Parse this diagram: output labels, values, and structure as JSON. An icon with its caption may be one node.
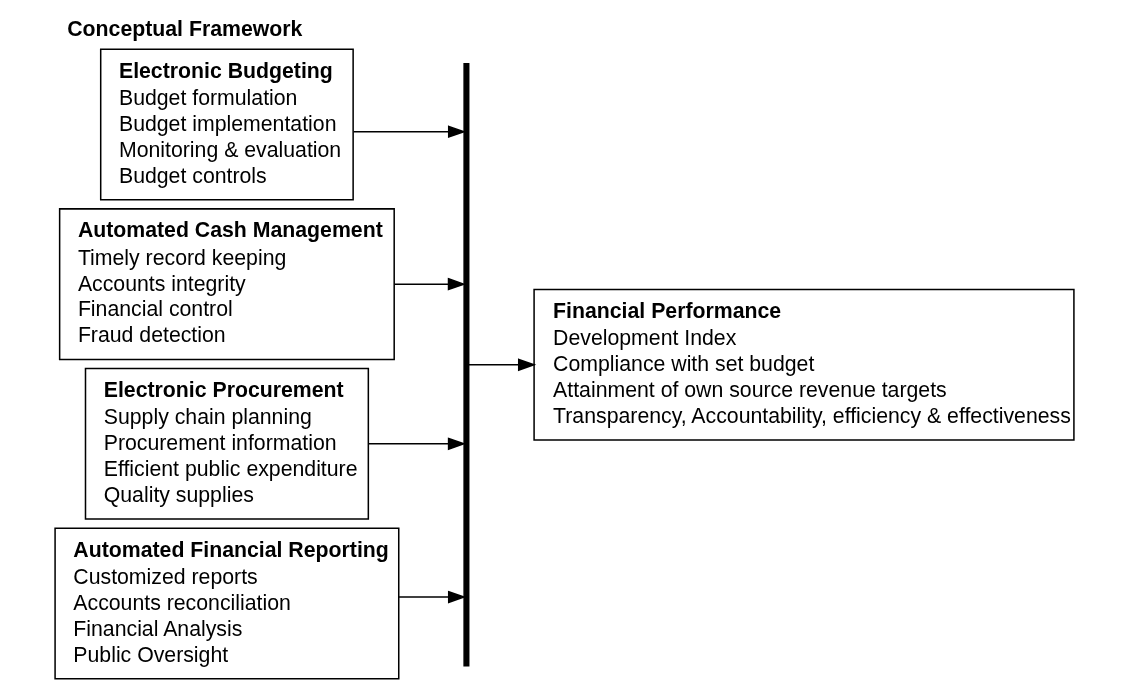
{
  "diagram": {
    "title": "Conceptual Framework",
    "nodes": [
      {
        "text": [
          "Electronic Budgeting",
          "Budget formulation",
          "Budget implementation",
          "Monitoring & evaluation",
          "Budget controls"
        ]
      },
      {
        "text": [
          "Automated Cash Management",
          "Timely record keeping",
          "Accounts integrity",
          "Financial control",
          "Fraud detection"
        ]
      },
      {
        "text": [
          "Electronic Procurement",
          "Supply chain planning",
          "Procurement information",
          "Efficient public expenditure",
          "Quality supplies"
        ]
      },
      {
        "text": [
          "Automated Financial Reporting",
          "Customized reports",
          "Accounts reconciliation",
          "Financial Analysis",
          "Public Oversight"
        ]
      },
      {
        "text": [],
        "shape": "bar"
      },
      {
        "text": [
          "Financial Performance",
          "Development Index",
          "Compliance with set budget",
          "Attainment of own source revenue targets",
          "Transparency, Accountability, efficiency & effectiveness"
        ]
      }
    ],
    "edges": [
      {
        "from": 0,
        "to": 4,
        "arrow": "to"
      },
      {
        "from": 1,
        "to": 4,
        "arrow": "to"
      },
      {
        "from": 2,
        "to": 4,
        "arrow": "to"
      },
      {
        "from": 3,
        "to": 4,
        "arrow": "to"
      },
      {
        "from": 4,
        "to": 5,
        "arrow": "to"
      }
    ]
  }
}
